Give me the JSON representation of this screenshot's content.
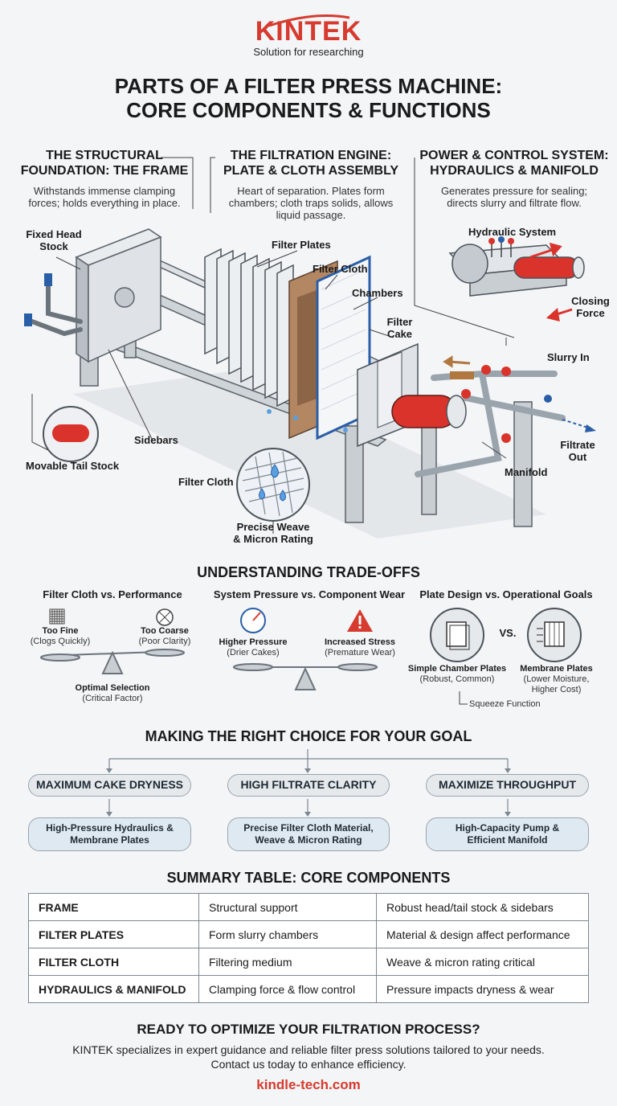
{
  "brand": {
    "name": "KINTEK",
    "tagline": "Solution for researching",
    "accent": "#d73a2e"
  },
  "title": {
    "line1": "PARTS OF A FILTER PRESS MACHINE:",
    "line2": "CORE COMPONENTS & FUNCTIONS"
  },
  "sections": [
    {
      "head1": "THE STRUCTURAL",
      "head2": "FOUNDATION: THE FRAME",
      "desc1": "Withstands immense clamping",
      "desc2": "forces; holds everything in place."
    },
    {
      "head1": "THE FILTRATION ENGINE:",
      "head2": "PLATE & CLOTH ASSEMBLY",
      "desc1": "Heart of separation. Plates form",
      "desc2": "chambers; cloth traps solids, allows",
      "desc3": "liquid passage."
    },
    {
      "head1": "POWER & CONTROL SYSTEM:",
      "head2": "HYDRAULICS & MANIFOLD",
      "desc1": "Generates pressure for sealing;",
      "desc2": "directs slurry and filtrate flow."
    }
  ],
  "callouts": {
    "fixed_head_1": "Fixed Head",
    "fixed_head_2": "Stock",
    "filter_plates": "Filter Plates",
    "filter_cloth_top": "Filter Cloth",
    "chambers": "Chambers",
    "filter_cake_1": "Filter",
    "filter_cake_2": "Cake",
    "hydraulic_system": "Hydraulic System",
    "closing_force_1": "Closing",
    "closing_force_2": "Force",
    "slurry_in": "Slurry In",
    "filtrate_out_1": "Filtrate",
    "filtrate_out_2": "Out",
    "manifold": "Manifold",
    "sidebars": "Sidebars",
    "movable_tail": "Movable Tail Stock",
    "filter_cloth_bottom": "Filter Cloth",
    "weave_1": "Precise Weave",
    "weave_2": "& Micron Rating"
  },
  "tradeoffs": {
    "heading": "UNDERSTANDING TRADE-OFFS",
    "cloth": {
      "title": "Filter Cloth vs. Performance",
      "left": "Too Fine",
      "left_sub": "(Clogs Quickly)",
      "right": "Too Coarse",
      "right_sub": "(Poor Clarity)",
      "bottom": "Optimal Selection",
      "bottom_sub": "(Critical Factor)"
    },
    "pressure": {
      "title": "System Pressure vs. Component Wear",
      "left": "Higher Pressure",
      "left_sub": "(Drier Cakes)",
      "right": "Increased Stress",
      "right_sub": "(Premature Wear)"
    },
    "plates": {
      "title": "Plate Design vs. Operational Goals",
      "vs": "VS.",
      "left": "Simple Chamber Plates",
      "left_sub": "(Robust, Common)",
      "right": "Membrane Plates",
      "right_sub1": "(Lower Moisture,",
      "right_sub2": "Higher Cost)",
      "squeeze": "Squeeze Function"
    }
  },
  "choice": {
    "heading": "MAKING THE RIGHT CHOICE FOR YOUR GOAL",
    "goals": [
      {
        "goal": "MAXIMUM CAKE DRYNESS",
        "sol1": "High-Pressure Hydraulics &",
        "sol2": "Membrane Plates"
      },
      {
        "goal": "HIGH FILTRATE CLARITY",
        "sol1": "Precise Filter Cloth Material,",
        "sol2": "Weave & Micron Rating"
      },
      {
        "goal": "MAXIMIZE THROUGHPUT",
        "sol1": "High-Capacity Pump &",
        "sol2": "Efficient Manifold"
      }
    ]
  },
  "summary": {
    "heading": "SUMMARY TABLE: CORE COMPONENTS",
    "rows": [
      [
        "FRAME",
        "Structural support",
        "Robust head/tail stock & sidebars"
      ],
      [
        "FILTER PLATES",
        "Form slurry chambers",
        "Material & design affect performance"
      ],
      [
        "FILTER CLOTH",
        "Filtering medium",
        "Weave & micron rating critical"
      ],
      [
        "HYDRAULICS & MANIFOLD",
        "Clamping force & flow control",
        "Pressure impacts dryness & wear"
      ]
    ]
  },
  "cta": {
    "heading": "READY TO OPTIMIZE YOUR FILTRATION PROCESS?",
    "line1": "KINTEK specializes in expert guidance and reliable filter press solutions tailored to your needs.",
    "line2": "Contact us today to enhance efficiency.",
    "website": "kindle-tech.com"
  }
}
